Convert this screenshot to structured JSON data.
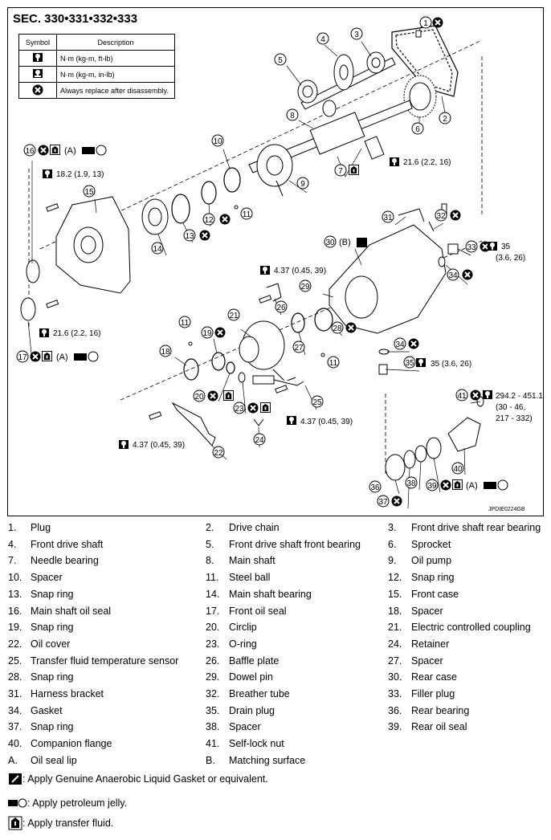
{
  "section_title": "SEC. 330•331•332•333",
  "symbol_table": {
    "header_symbol": "Symbol",
    "header_description": "Description",
    "rows": [
      {
        "icon": "torque-wrench-icon",
        "text": "N·m (kg-m, ft-lb)"
      },
      {
        "icon": "torque-wrench-small-icon",
        "text": "N·m (kg-m, in-lb)"
      },
      {
        "icon": "replace-x-icon",
        "text": "Always replace after disassembly."
      }
    ]
  },
  "torque_labels": {
    "t1": "18.2 (1.9, 13)",
    "t2": "21.6 (2.2, 16)",
    "t3": "21.6 (2.2, 16)",
    "t4": "4.37 (0.45, 39)",
    "t5": "35",
    "t5b": "(3.6, 26)",
    "t6": "35 (3.6, 26)",
    "t7": "294.2 - 451.1",
    "t7b": "(30 - 46,",
    "t7c": "217 - 332)",
    "t8": "4.37 (0.45, 39)",
    "t9": "4.37 (0.45, 39)"
  },
  "callout_letters": {
    "a1": "(A)",
    "a2": "(A)",
    "a3": "(A)",
    "b1": "(B)"
  },
  "callouts": [
    "1",
    "2",
    "3",
    "4",
    "5",
    "6",
    "7",
    "8",
    "9",
    "10",
    "11",
    "11",
    "11",
    "12",
    "13",
    "14",
    "15",
    "16",
    "17",
    "18",
    "19",
    "20",
    "21",
    "22",
    "23",
    "24",
    "25",
    "26",
    "27",
    "28",
    "29",
    "30",
    "31",
    "32",
    "33",
    "34",
    "34",
    "35",
    "36",
    "37",
    "38",
    "39",
    "40",
    "41"
  ],
  "reference_code": "JPDIE0224GB",
  "legend": [
    [
      {
        "num": "1.",
        "text": "Plug"
      },
      {
        "num": "2.",
        "text": "Drive chain"
      },
      {
        "num": "3.",
        "text": "Front drive shaft rear bearing"
      }
    ],
    [
      {
        "num": "4.",
        "text": "Front drive shaft"
      },
      {
        "num": "5.",
        "text": "Front drive shaft front bearing"
      },
      {
        "num": "6.",
        "text": "Sprocket"
      }
    ],
    [
      {
        "num": "7.",
        "text": "Needle bearing"
      },
      {
        "num": "8.",
        "text": "Main shaft"
      },
      {
        "num": "9.",
        "text": "Oil pump"
      }
    ],
    [
      {
        "num": "10.",
        "text": "Spacer"
      },
      {
        "num": "11.",
        "text": "Steel ball"
      },
      {
        "num": "12.",
        "text": "Snap ring"
      }
    ],
    [
      {
        "num": "13.",
        "text": "Snap ring"
      },
      {
        "num": "14.",
        "text": "Main shaft bearing"
      },
      {
        "num": "15.",
        "text": "Front case"
      }
    ],
    [
      {
        "num": "16.",
        "text": "Main shaft oil seal"
      },
      {
        "num": "17.",
        "text": "Front oil seal"
      },
      {
        "num": "18.",
        "text": "Spacer"
      }
    ],
    [
      {
        "num": "19.",
        "text": "Snap ring"
      },
      {
        "num": "20.",
        "text": "Circlip"
      },
      {
        "num": "21.",
        "text": "Electric controlled coupling"
      }
    ],
    [
      {
        "num": "22.",
        "text": "Oil cover"
      },
      {
        "num": "23.",
        "text": "O-ring"
      },
      {
        "num": "24.",
        "text": "Retainer"
      }
    ],
    [
      {
        "num": "25.",
        "text": "Transfer fluid temperature sensor"
      },
      {
        "num": "26.",
        "text": "Baffle plate"
      },
      {
        "num": "27.",
        "text": "Spacer"
      }
    ],
    [
      {
        "num": "28.",
        "text": "Snap ring"
      },
      {
        "num": "29.",
        "text": "Dowel pin"
      },
      {
        "num": "30.",
        "text": "Rear case"
      }
    ],
    [
      {
        "num": "31.",
        "text": "Harness bracket"
      },
      {
        "num": "32.",
        "text": "Breather tube"
      },
      {
        "num": "33.",
        "text": "Filler plug"
      }
    ],
    [
      {
        "num": "34.",
        "text": "Gasket"
      },
      {
        "num": "35.",
        "text": "Drain plug"
      },
      {
        "num": "36.",
        "text": "Rear bearing"
      }
    ],
    [
      {
        "num": "37.",
        "text": "Snap ring"
      },
      {
        "num": "38.",
        "text": "Spacer"
      },
      {
        "num": "39.",
        "text": "Rear oil seal"
      }
    ],
    [
      {
        "num": "40.",
        "text": "Companion flange"
      },
      {
        "num": "41.",
        "text": "Self-lock nut"
      },
      {
        "num": "",
        "text": ""
      }
    ],
    [
      {
        "num": "A.",
        "text": "Oil seal lip"
      },
      {
        "num": "B.",
        "text": "Matching surface"
      },
      {
        "num": "",
        "text": ""
      }
    ]
  ],
  "notes": [
    {
      "icon": "liquid-gasket-icon",
      "text": ": Apply Genuine Anaerobic Liquid Gasket or equivalent."
    },
    {
      "icon": "petroleum-jelly-icon",
      "text": ": Apply petroleum jelly."
    },
    {
      "icon": "transfer-fluid-icon",
      "text": ": Apply transfer fluid."
    }
  ]
}
